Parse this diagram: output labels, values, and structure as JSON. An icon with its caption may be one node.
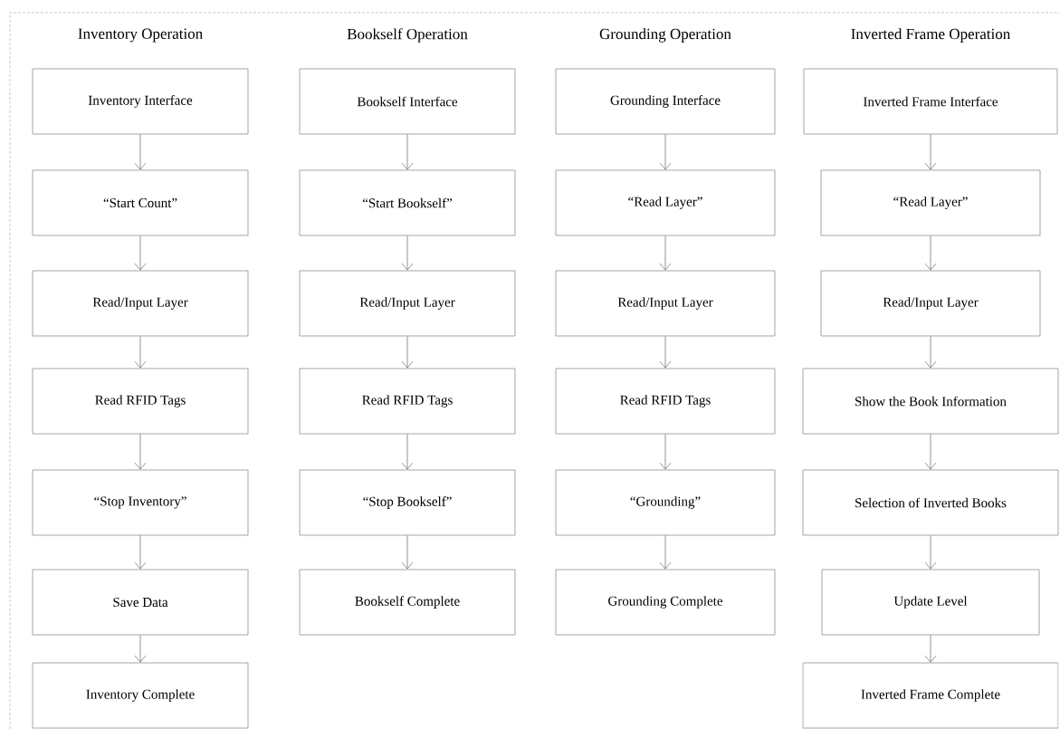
{
  "diagram": {
    "nodes": [
      {
        "text": [
          "Inventory Interface"
        ]
      },
      {
        "text": [
          "“Start Count”"
        ]
      },
      {
        "text": [
          "Read/Input Layer"
        ]
      },
      {
        "text": [
          "Read RFID Tags"
        ]
      },
      {
        "text": [
          "“Stop Inventory”"
        ]
      },
      {
        "text": [
          "Save Data"
        ]
      },
      {
        "text": [
          "Inventory Complete"
        ]
      },
      {
        "text": [
          "Bookself Interface"
        ]
      },
      {
        "text": [
          "“Start Bookself”"
        ]
      },
      {
        "text": [
          "Read/Input Layer"
        ]
      },
      {
        "text": [
          "Read RFID Tags"
        ]
      },
      {
        "text": [
          "“Stop Bookself”"
        ]
      },
      {
        "text": [
          "Bookself Complete"
        ]
      },
      {
        "text": [
          "Grounding Interface"
        ]
      },
      {
        "text": [
          "“Read Layer”"
        ]
      },
      {
        "text": [
          "Read/Input Layer"
        ]
      },
      {
        "text": [
          "Read RFID Tags"
        ]
      },
      {
        "text": [
          "“Grounding”"
        ]
      },
      {
        "text": [
          "Grounding Complete"
        ]
      },
      {
        "text": [
          "Inverted Frame Interface"
        ]
      },
      {
        "text": [
          "“Read Layer”"
        ]
      },
      {
        "text": [
          "Read/Input Layer"
        ]
      },
      {
        "text": [
          "Show the Book Information"
        ]
      },
      {
        "text": [
          "Selection of Inverted Books"
        ]
      },
      {
        "text": [
          "Update Level"
        ]
      },
      {
        "text": [
          "Inverted Frame Complete"
        ]
      }
    ],
    "edges": [
      {
        "from": 0,
        "to": 1,
        "arrow": "to"
      },
      {
        "from": 1,
        "to": 2,
        "arrow": "to"
      },
      {
        "from": 2,
        "to": 3,
        "arrow": "to"
      },
      {
        "from": 3,
        "to": 4,
        "arrow": "to"
      },
      {
        "from": 4,
        "to": 5,
        "arrow": "to"
      },
      {
        "from": 5,
        "to": 6,
        "arrow": "to"
      },
      {
        "from": 7,
        "to": 8,
        "arrow": "to"
      },
      {
        "from": 8,
        "to": 9,
        "arrow": "to"
      },
      {
        "from": 9,
        "to": 10,
        "arrow": "to"
      },
      {
        "from": 10,
        "to": 11,
        "arrow": "to"
      },
      {
        "from": 11,
        "to": 12,
        "arrow": "to"
      },
      {
        "from": 13,
        "to": 14,
        "arrow": "to"
      },
      {
        "from": 14,
        "to": 15,
        "arrow": "to"
      },
      {
        "from": 15,
        "to": 16,
        "arrow": "to"
      },
      {
        "from": 16,
        "to": 17,
        "arrow": "to"
      },
      {
        "from": 17,
        "to": 18,
        "arrow": "to"
      },
      {
        "from": 19,
        "to": 20,
        "arrow": "to"
      },
      {
        "from": 20,
        "to": 21,
        "arrow": "to"
      },
      {
        "from": 21,
        "to": 22,
        "arrow": "to"
      },
      {
        "from": 22,
        "to": 23,
        "arrow": "to"
      },
      {
        "from": 23,
        "to": 24,
        "arrow": "to"
      },
      {
        "from": 24,
        "to": 25,
        "arrow": "to"
      }
    ],
    "labels": [
      "Inventory Operation",
      "Bookself Operation",
      "Grounding Operation",
      "Inverted Frame Operation"
    ]
  }
}
